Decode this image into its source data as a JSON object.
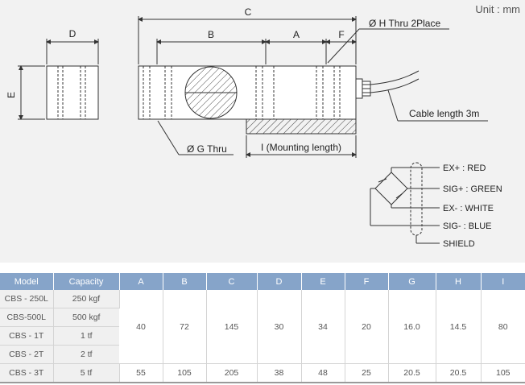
{
  "unit_label": "Unit : mm",
  "drawing": {
    "dims": {
      "c": "C",
      "b": "B",
      "a": "A",
      "f": "F",
      "d": "D",
      "e": "E",
      "h_thru": "Ø H Thru 2Place",
      "g_thru": "Ø G Thru",
      "mounting": "I (Mounting length)",
      "cable": "Cable length 3m"
    },
    "wiring": {
      "ex_plus": "EX+ : RED",
      "sig_plus": "SIG+ : GREEN",
      "ex_minus": "EX- : WHITE",
      "sig_minus": "SIG- : BLUE",
      "shield": "SHIELD"
    }
  },
  "table": {
    "headers": [
      "Model",
      "Capacity",
      "A",
      "B",
      "C",
      "D",
      "E",
      "F",
      "G",
      "H",
      "I"
    ],
    "group1": {
      "rows": [
        {
          "model": "CBS - 250L",
          "capacity": "250 kgf"
        },
        {
          "model": "CBS-500L",
          "capacity": "500 kgf"
        },
        {
          "model": "CBS - 1T",
          "capacity": "1 tf"
        },
        {
          "model": "CBS - 2T",
          "capacity": "2 tf"
        }
      ],
      "values": [
        "40",
        "72",
        "145",
        "30",
        "34",
        "20",
        "16.0",
        "14.5",
        "80"
      ]
    },
    "row5": {
      "model": "CBS - 3T",
      "capacity": "5 tf",
      "values": [
        "55",
        "105",
        "205",
        "38",
        "48",
        "25",
        "20.5",
        "20.5",
        "105"
      ]
    }
  }
}
